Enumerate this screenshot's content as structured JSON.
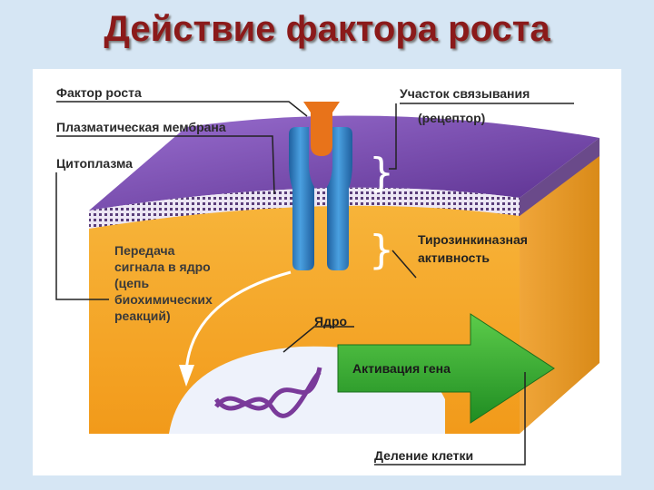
{
  "title": "Действие фактора роста",
  "labels": {
    "growth_factor": "Фактор роста",
    "plasma_membrane": "Плазматическая мембрана",
    "cytoplasm": "Цитоплазма",
    "binding_site_line1": "Участок связывания",
    "binding_site_line2": "(рецептор)",
    "tyrosine_kinase_line1": "Тирозинкиназная",
    "tyrosine_kinase_line2": "активность",
    "signal_line1": "Передача",
    "signal_line2": "сигнала в ядро",
    "signal_line3": "(цепь",
    "signal_line4": "биохимических",
    "signal_line5": "реакций)",
    "nucleus": "Ядро",
    "gene_activation": "Активация гена",
    "cell_division": "Деление клетки"
  },
  "colors": {
    "title": "#8b1a1a",
    "membrane_top": "#6a3fa0",
    "cell_body": "#f5a623",
    "receptor": "#2f80c8",
    "growth_factor": "#e8731a",
    "arrow_green": "#2aa52a",
    "nucleus": "#eef2fb",
    "dna": "#7a3a9a"
  }
}
